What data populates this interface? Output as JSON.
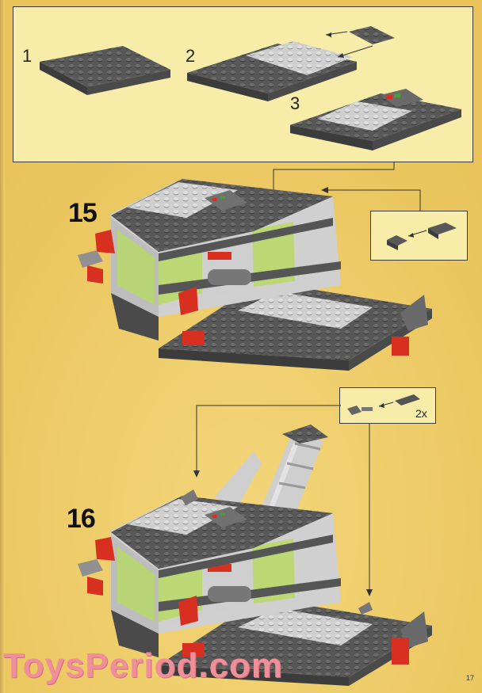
{
  "instructions": {
    "sub_steps": [
      "1",
      "2",
      "3"
    ],
    "main_steps": [
      "15",
      "16"
    ],
    "callout_quantity": "2x",
    "page_number": "17"
  },
  "watermark": "ToysPeriod.com",
  "colors": {
    "page": "#efcf6c",
    "panel": "#f8eda8",
    "dark_gray": "#5c5c5c",
    "light_gray": "#c8c8c8",
    "trans_green": "#b8d86a",
    "red": "#d83020"
  }
}
